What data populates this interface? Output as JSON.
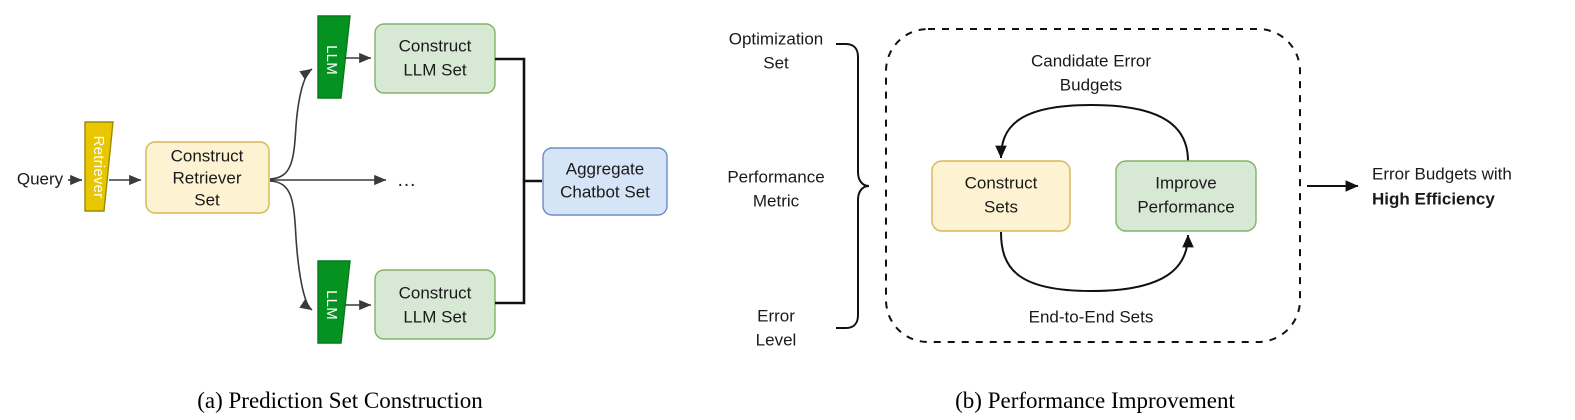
{
  "figure": {
    "panels": [
      {
        "id": "a",
        "caption": "(a) Prediction Set Construction",
        "input_label": "Query",
        "retriever_label": "Retriever",
        "construct_retriever_line1": "Construct",
        "construct_retriever_line2": "Retriever",
        "construct_retriever_line3": "Set",
        "llm_top_label": "LLM",
        "llm_bottom_label": "LLM",
        "construct_llm_top_line1": "Construct",
        "construct_llm_top_line2": "LLM Set",
        "construct_llm_bottom_line1": "Construct",
        "construct_llm_bottom_line2": "LLM Set",
        "ellipsis": "...",
        "aggregate_line1": "Aggregate",
        "aggregate_line2": "Chatbot Set"
      },
      {
        "id": "b",
        "caption": "(b) Performance Improvement",
        "inputs": [
          {
            "line1": "Optimization",
            "line2": "Set"
          },
          {
            "line1": "Performance",
            "line2": "Metric"
          },
          {
            "line1": "Error",
            "line2": "Level"
          }
        ],
        "top_edge_line1": "Candidate Error",
        "top_edge_line2": "Budgets",
        "bottom_edge_label": "End-to-End Sets",
        "construct_sets_line1": "Construct",
        "construct_sets_line2": "Sets",
        "improve_perf_line1": "Improve",
        "improve_perf_line2": "Performance",
        "output_line1": "Error Budgets with",
        "output_line2": "High Efficiency"
      }
    ]
  },
  "colors": {
    "yellow_fill": "#fdf3d3",
    "yellow_stroke": "#d6b656",
    "green_fill": "#d7e8d4",
    "green_stroke": "#82b366",
    "blue_fill": "#d6e4f7",
    "blue_stroke": "#6c8ebf",
    "retriever_fill": "#e8c600",
    "llm_fill": "#069221",
    "line": "#111111",
    "text": "#1a1a1a"
  }
}
